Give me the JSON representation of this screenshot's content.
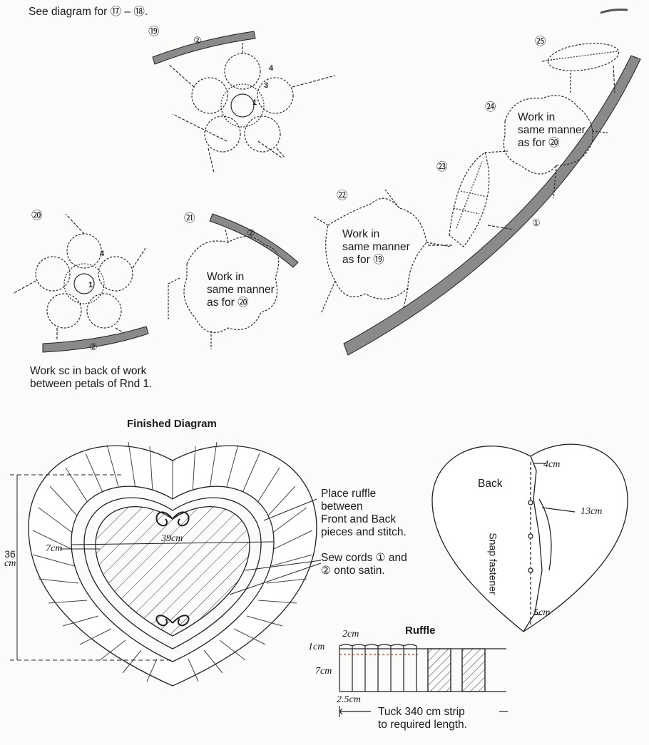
{
  "header_note": "See diagram for ⑰ – ⑱.",
  "motif_numbers": {
    "m19": "⑲",
    "m20": "⑳",
    "m21": "㉑",
    "m22": "㉒",
    "m23": "㉓",
    "m24": "㉔",
    "m25": "㉕"
  },
  "cord_labels": {
    "cord1": "①",
    "cord2": "②"
  },
  "round_labels": {
    "r1": "1",
    "r3": "3",
    "r4": "4"
  },
  "same_manner": {
    "m21": [
      "Work in",
      "same manner",
      "as for ⑳"
    ],
    "m22": [
      "Work in",
      "same manner",
      "as for ⑲"
    ],
    "m24": [
      "Work in",
      "same manner",
      "as for ⑳"
    ]
  },
  "sc_note": [
    "Work sc in back of work",
    "between petals of Rnd 1."
  ],
  "finished": {
    "title": "Finished Diagram",
    "dim_height": "36",
    "dim_height_unit": "cm",
    "dim_width": "39cm",
    "dim_ruffle": "7cm",
    "note_ruffle": [
      "Place ruffle",
      "between",
      "Front and Back",
      "pieces and stitch."
    ],
    "note_cords": [
      "Sew cords ① and",
      "② onto satin."
    ]
  },
  "back": {
    "label": "Back",
    "dim_top": "4cm",
    "dim_right": "13cm",
    "dim_bottom": "5cm",
    "fastener": "Snap fastener"
  },
  "ruffle": {
    "title": "Ruffle",
    "dim_2": "2cm",
    "dim_1": "1cm",
    "dim_7": "7cm",
    "dim_25": "2.5cm",
    "note": [
      "Tuck 340 cm strip",
      "to required length."
    ]
  }
}
